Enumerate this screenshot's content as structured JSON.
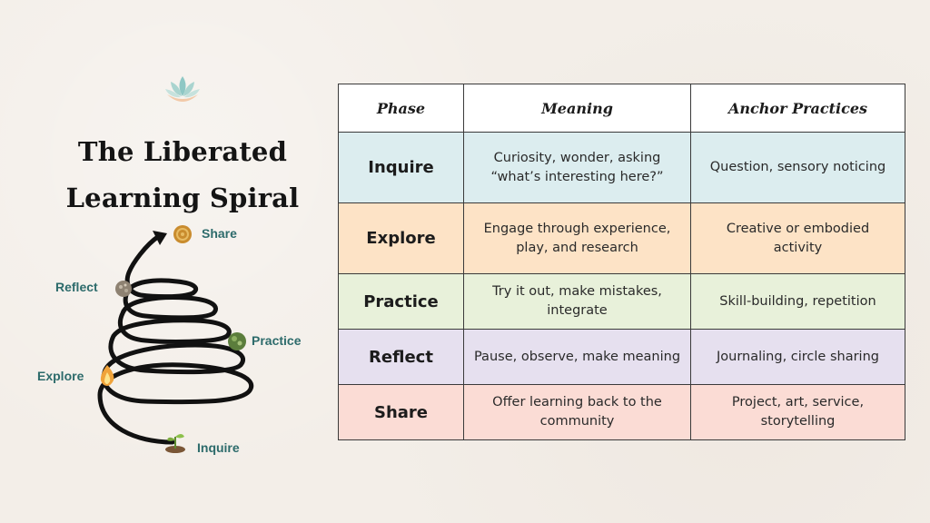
{
  "title": {
    "line1": "The Liberated",
    "line2": "Learning Spiral"
  },
  "spiral": {
    "labels": {
      "share": "Share",
      "reflect": "Reflect",
      "practice": "Practice",
      "explore": "Explore",
      "inquire": "Inquire"
    }
  },
  "table": {
    "headers": [
      "Phase",
      "Meaning",
      "Anchor Practices"
    ],
    "rows": [
      {
        "phase": "Inquire",
        "meaning": "Curiosity, wonder, asking “what’s interesting here?”",
        "practices": "Question, sensory noticing"
      },
      {
        "phase": "Explore",
        "meaning": "Engage through experience, play, and research",
        "practices": "Creative or embodied activity"
      },
      {
        "phase": "Practice",
        "meaning": "Try it out, make mistakes, integrate",
        "practices": "Skill-building, repetition"
      },
      {
        "phase": "Reflect",
        "meaning": "Pause, observe, make meaning",
        "practices": "Journaling, circle sharing"
      },
      {
        "phase": "Share",
        "meaning": "Offer learning back to the community",
        "practices": "Project, art, service, storytelling"
      }
    ]
  },
  "colors": {
    "label_teal": "#2d6b6b",
    "row_inquire": "#dcedef",
    "row_explore": "#fde3c6",
    "row_practice": "#e8f1da",
    "row_reflect": "#e6e0ef",
    "row_share": "#fbdcd5"
  },
  "icons": {
    "logo": "lotus-icon",
    "share": "sun-coin-icon",
    "reflect": "stone-icon",
    "practice": "green-seed-icon",
    "explore": "flame-icon",
    "inquire": "sprout-icon"
  }
}
